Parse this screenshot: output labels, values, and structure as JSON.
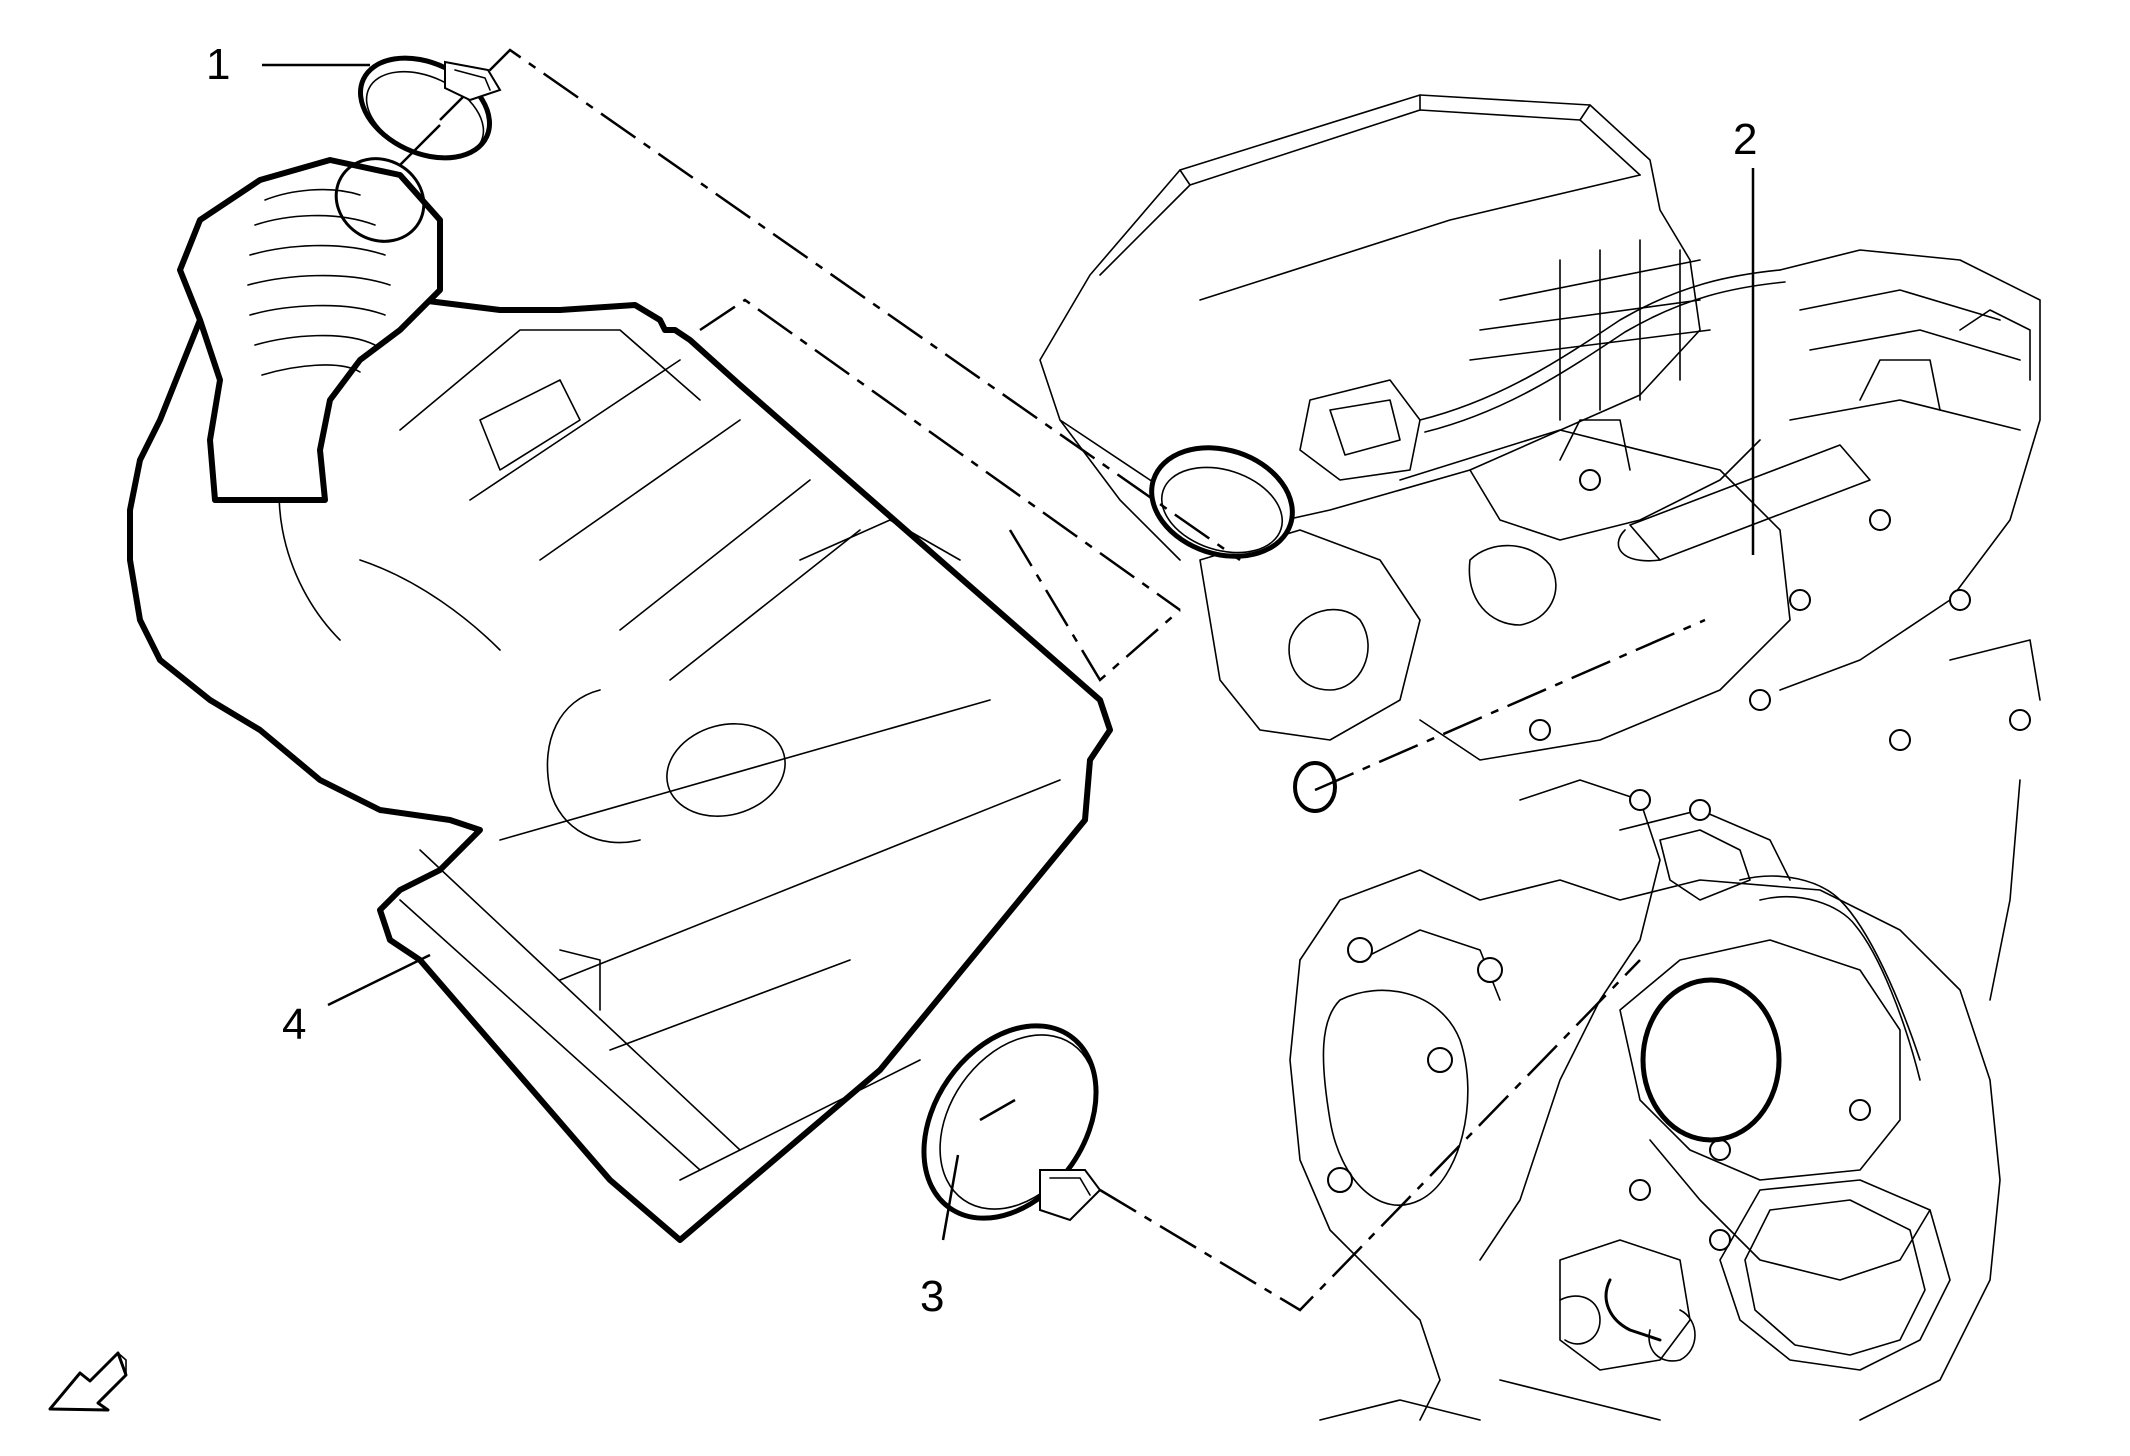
{
  "diagram": {
    "callouts": [
      {
        "id": "1",
        "label": "1"
      },
      {
        "id": "2",
        "label": "2"
      },
      {
        "id": "3",
        "label": "3"
      },
      {
        "id": "4",
        "label": "4"
      }
    ],
    "icons": [
      "front-direction-arrow-icon"
    ]
  }
}
